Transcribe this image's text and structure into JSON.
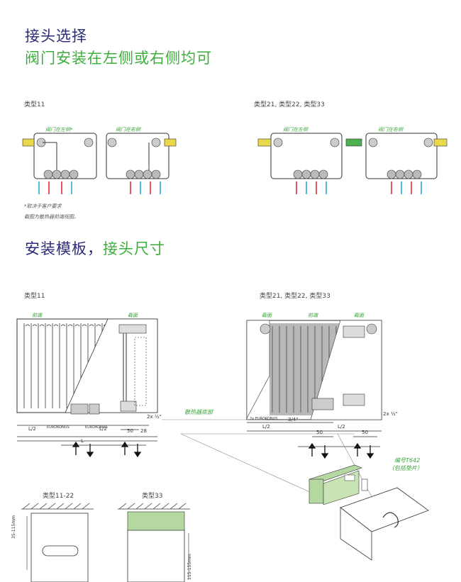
{
  "header": {
    "title_line1": "接头选择",
    "title_line2": "阀门安装在左侧或右侧均可"
  },
  "section1": {
    "type_left": "类型11",
    "type_right": "类型21, 类型22, 类型33",
    "left_valve_left": "阀门在左侧*",
    "left_valve_right": "阀门在右侧",
    "right_valve_left": "阀门在左侧",
    "right_valve_right": "阀门在右侧",
    "note1": "*取决于客户要求",
    "note2": "截图为散热器前端视图。"
  },
  "section2": {
    "title_a": "安装模板，",
    "title_b": "接头尺寸",
    "type_left": "类型11",
    "type_right": "类型21, 类型22, 类型33",
    "front": "前端",
    "section": "截面",
    "front_r": "前端",
    "section_r1": "截面",
    "section_r2": "截面",
    "bottom": "散热器底部",
    "part_no": "编号T642",
    "part_desc": "（包括垫片）",
    "type_11_22": "类型11-22",
    "type_33": "类型33",
    "dim_l2": "L/2",
    "dim_l": "L",
    "dim_50": "50",
    "dim_28": "28",
    "dim_half": "2x ½\"",
    "dim_34": "3/4\"",
    "dim_2xeur": "2x EUROKONUS",
    "eurokonus": "EUROKONUS",
    "range1": "35-115mm",
    "range2": "115-155mm"
  }
}
